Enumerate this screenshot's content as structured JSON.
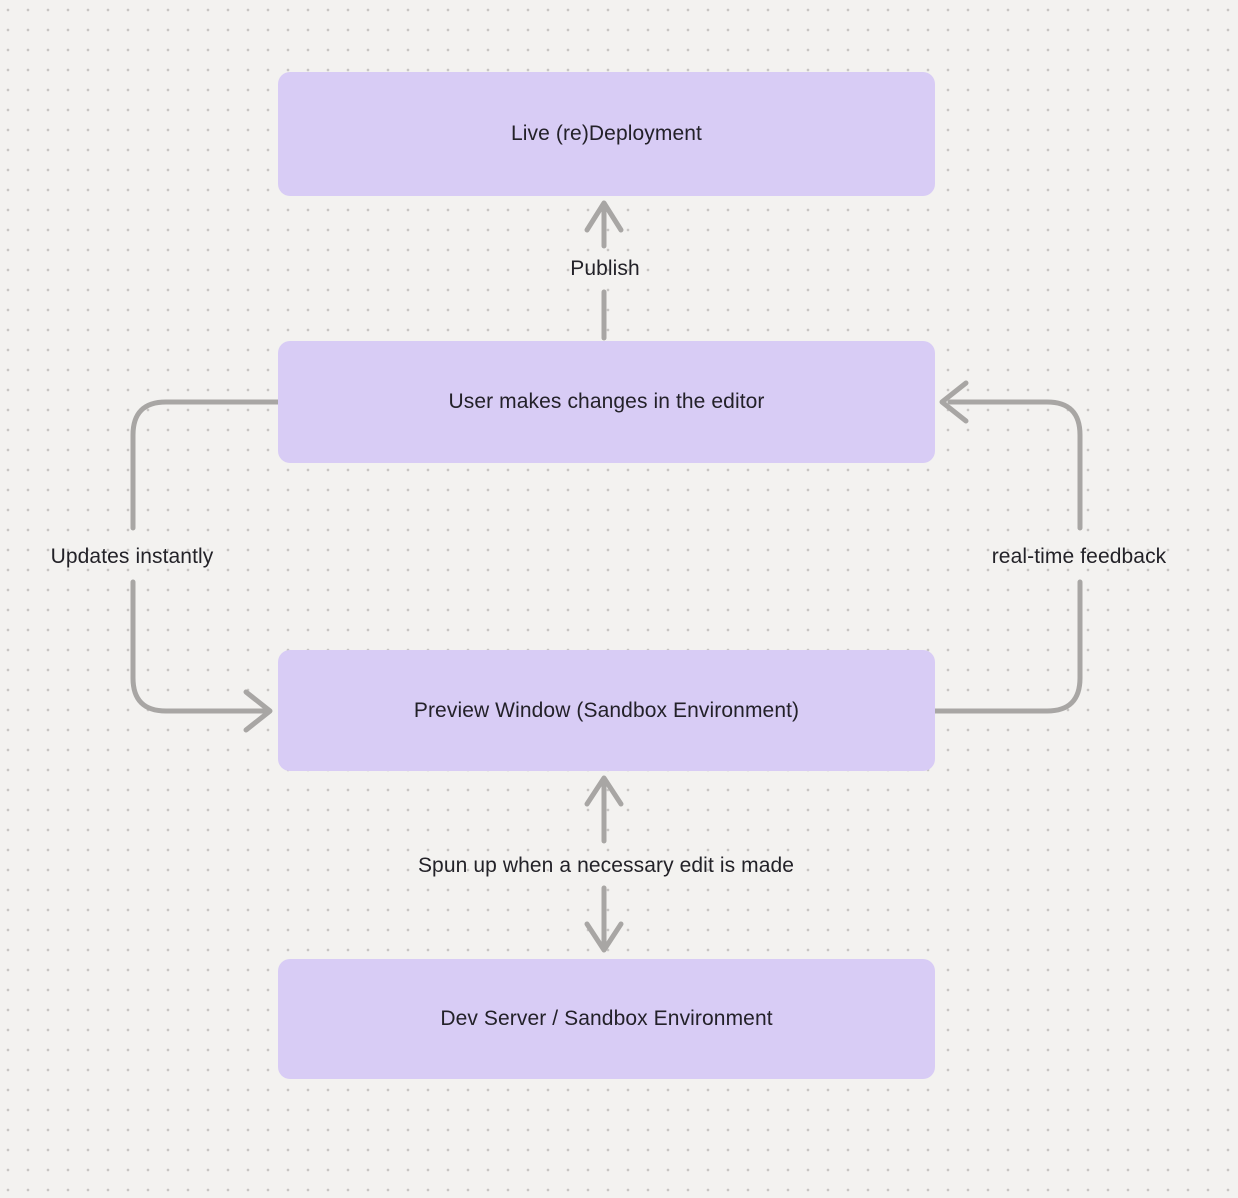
{
  "diagram": {
    "nodes": [
      {
        "id": "live-deployment",
        "label": "Live (re)Deployment"
      },
      {
        "id": "editor",
        "label": "User makes changes in the editor"
      },
      {
        "id": "preview-window",
        "label": "Preview Window (Sandbox Environment)"
      },
      {
        "id": "dev-server",
        "label": "Dev Server / Sandbox Environment"
      }
    ],
    "edges": [
      {
        "id": "publish",
        "label": "Publish",
        "from": "editor",
        "to": "live-deployment",
        "direction": "up"
      },
      {
        "id": "updates-instantly",
        "label": "Updates instantly",
        "from": "editor",
        "to": "preview-window",
        "direction": "left-loop"
      },
      {
        "id": "real-time-feedback",
        "label": "real-time feedback",
        "from": "preview-window",
        "to": "editor",
        "direction": "right-loop"
      },
      {
        "id": "spun-up",
        "label": "Spun up when a necessary edit is made",
        "from": "preview-window",
        "to": "dev-server",
        "direction": "bidirectional"
      }
    ],
    "colors": {
      "canvas_background": "#f3f2f0",
      "grid_dot": "#c8c6c4",
      "node_fill": "#d8ccf5",
      "node_text": "#232129",
      "connector": "#a8a6a4",
      "label_text": "#232228"
    }
  }
}
